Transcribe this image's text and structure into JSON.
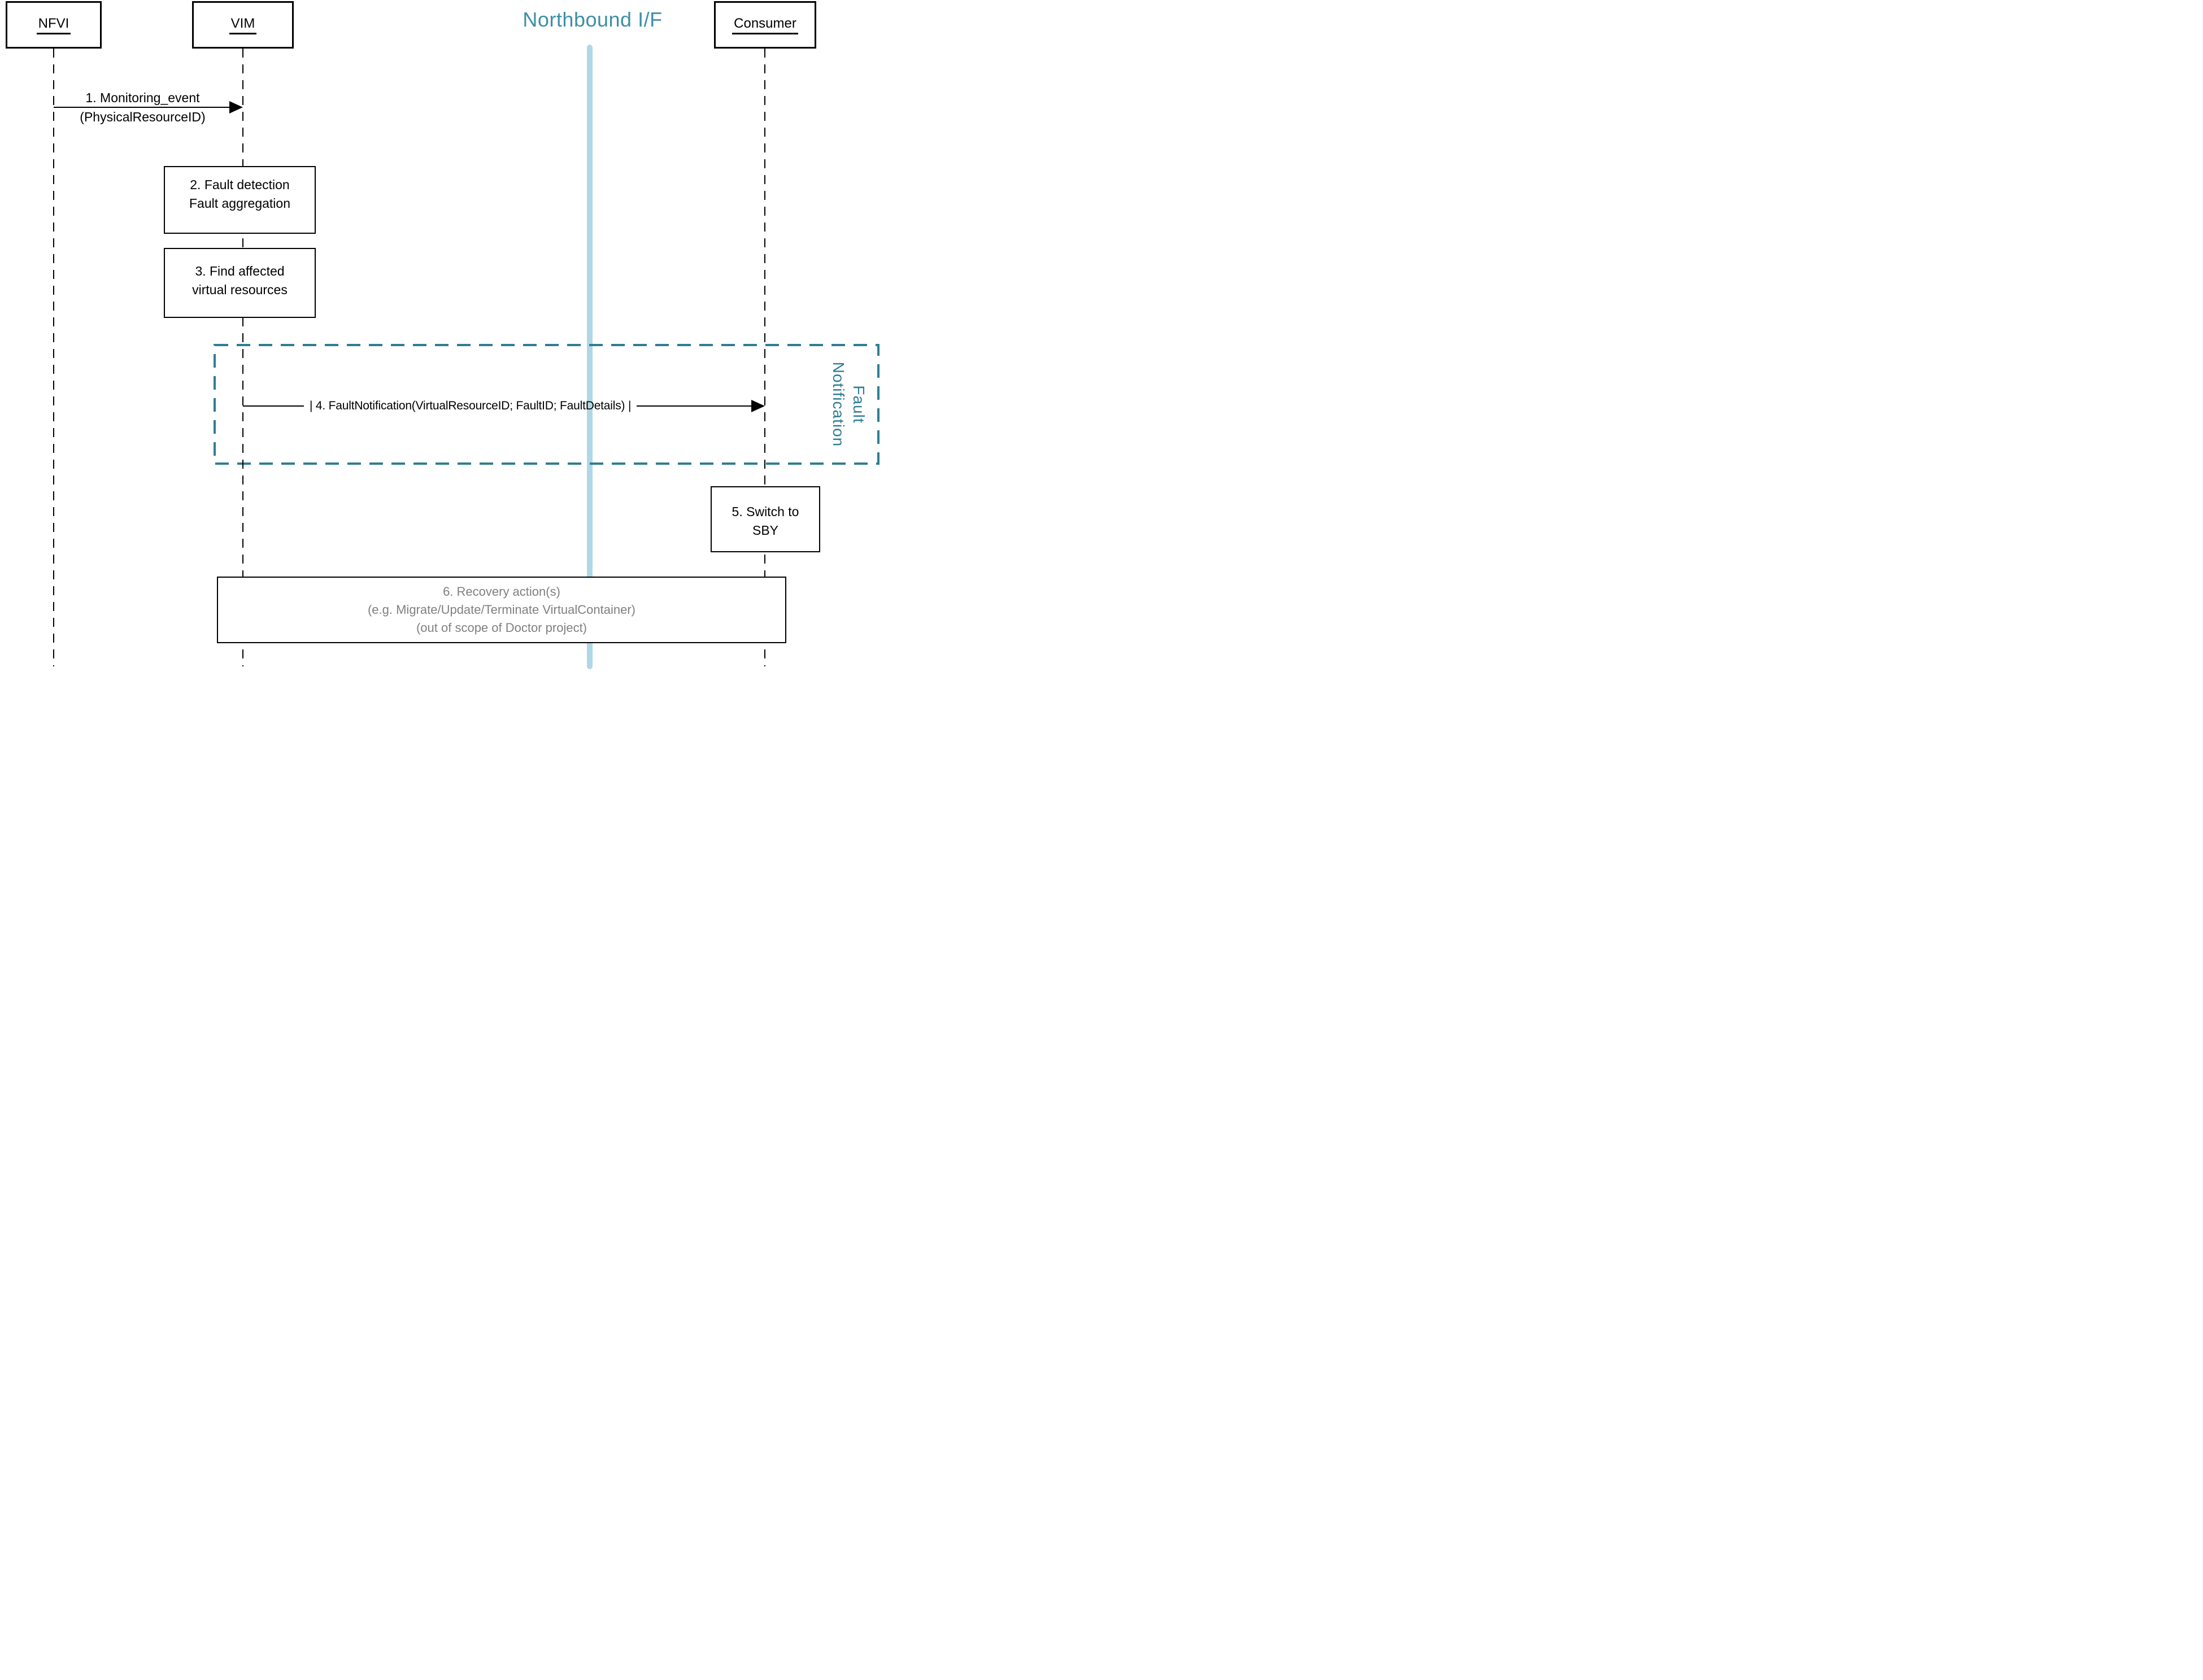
{
  "diagram": {
    "title": {
      "label": "Northbound I/F"
    },
    "actors": [
      {
        "id": "nfvi",
        "label": "NFVI"
      },
      {
        "id": "vim",
        "label": "VIM"
      },
      {
        "id": "consumer",
        "label": "Consumer"
      }
    ],
    "messages": {
      "m1": {
        "line1": "1. Monitoring_event",
        "line2": "(PhysicalResourceID)"
      },
      "m4": {
        "label": "| 4. FaultNotification(VirtualResourceID; FaultID; FaultDetails) |"
      }
    },
    "activities": {
      "b2": {
        "line1": "2. Fault detection",
        "line2": "Fault aggregation"
      },
      "b3": {
        "line1": "3. Find affected",
        "line2": "virtual resources"
      },
      "b5": {
        "line1": "5. Switch to",
        "line2": "SBY"
      },
      "b6": {
        "line1": "6. Recovery action(s)",
        "line2": "(e.g. Migrate/Update/Terminate VirtualContainer)",
        "line3": "(out of scope of Doctor project)"
      }
    },
    "frame": {
      "label_line1": "Fault",
      "label_line2": "Notification"
    },
    "colors": {
      "teal_frame": "#2e7d93",
      "teal_title": "#3e8fa6",
      "northbound_line": "#afd8e6",
      "recovery_text": "#808080",
      "lifeline": "#000000"
    }
  }
}
